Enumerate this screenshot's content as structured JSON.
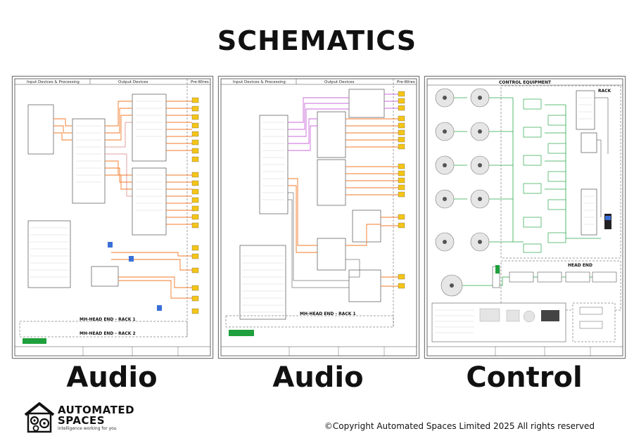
{
  "page_title": "SCHEMATICS",
  "sheets": [
    {
      "label": "Audio",
      "headers": [
        "Input Devices & Processing",
        "Output Devices",
        "Pre-Wires"
      ],
      "footer_primary": "MH-HEAD END  - RACK 1",
      "footer_secondary": "MH-HEAD END  - RACK 2",
      "accent": "#f07a2a"
    },
    {
      "label": "Audio",
      "headers": [
        "Input Devices & Processing",
        "Output Devices",
        "Pre-Wires"
      ],
      "footer_primary": "MH-HEAD END  - RACK 1",
      "accent": "#c86ad8"
    },
    {
      "label": "Control",
      "headers": [
        "CONTROL EQUIPMENT",
        "RACK",
        "HEAD END"
      ],
      "accent": "#2aa84a"
    }
  ],
  "logo": {
    "line1": "AUTOMATED",
    "line2": "SPACES",
    "tagline": "intelligence working for you",
    "icon": "house-gears-icon"
  },
  "copyright": "©Copyright Automated Spaces Limited 2025 All rights reserved"
}
